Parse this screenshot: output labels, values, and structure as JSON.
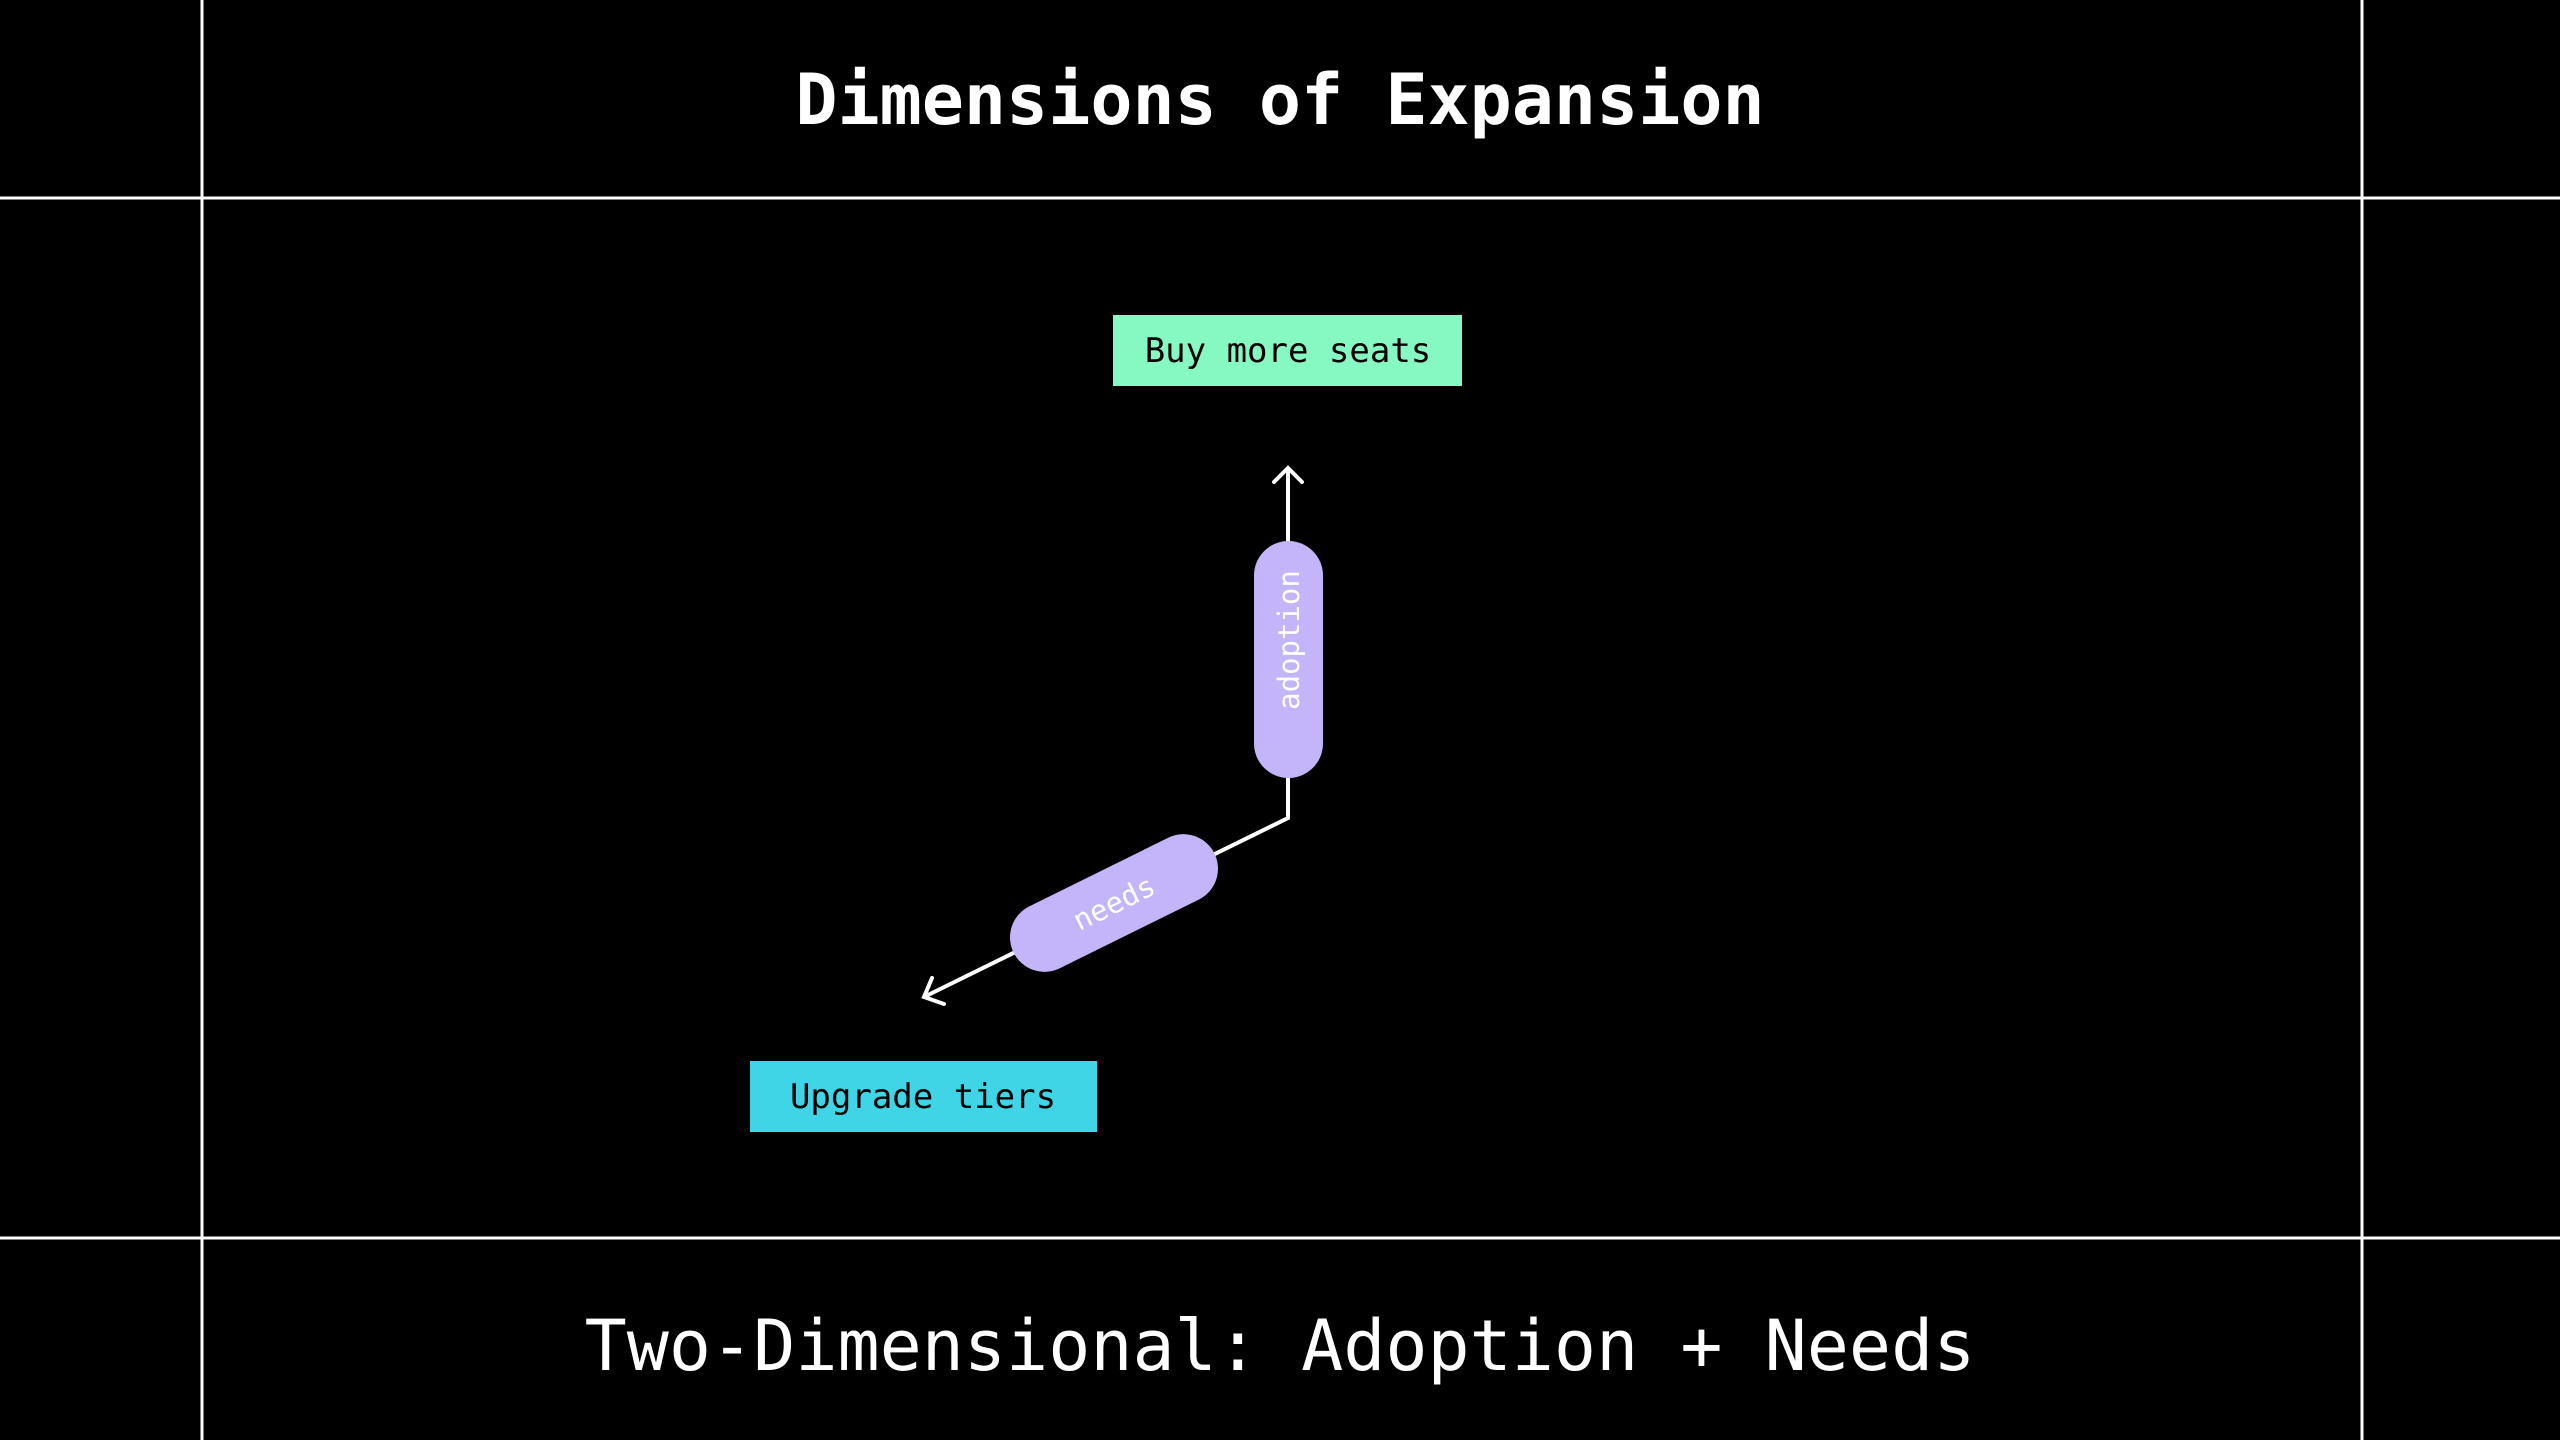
{
  "header": {
    "title": "Dimensions of Expansion"
  },
  "footer": {
    "subtitle": "Two-Dimensional: Adoption + Needs"
  },
  "diagram": {
    "top_target": {
      "label": "Buy more seats",
      "color": "#86f9c3"
    },
    "bottom_target": {
      "label": "Upgrade tiers",
      "color": "#3fd4e6"
    },
    "axis_vertical": {
      "label": "adoption",
      "color": "#c4b5fb"
    },
    "axis_diagonal": {
      "label": "needs",
      "color": "#c4b5fb"
    }
  }
}
